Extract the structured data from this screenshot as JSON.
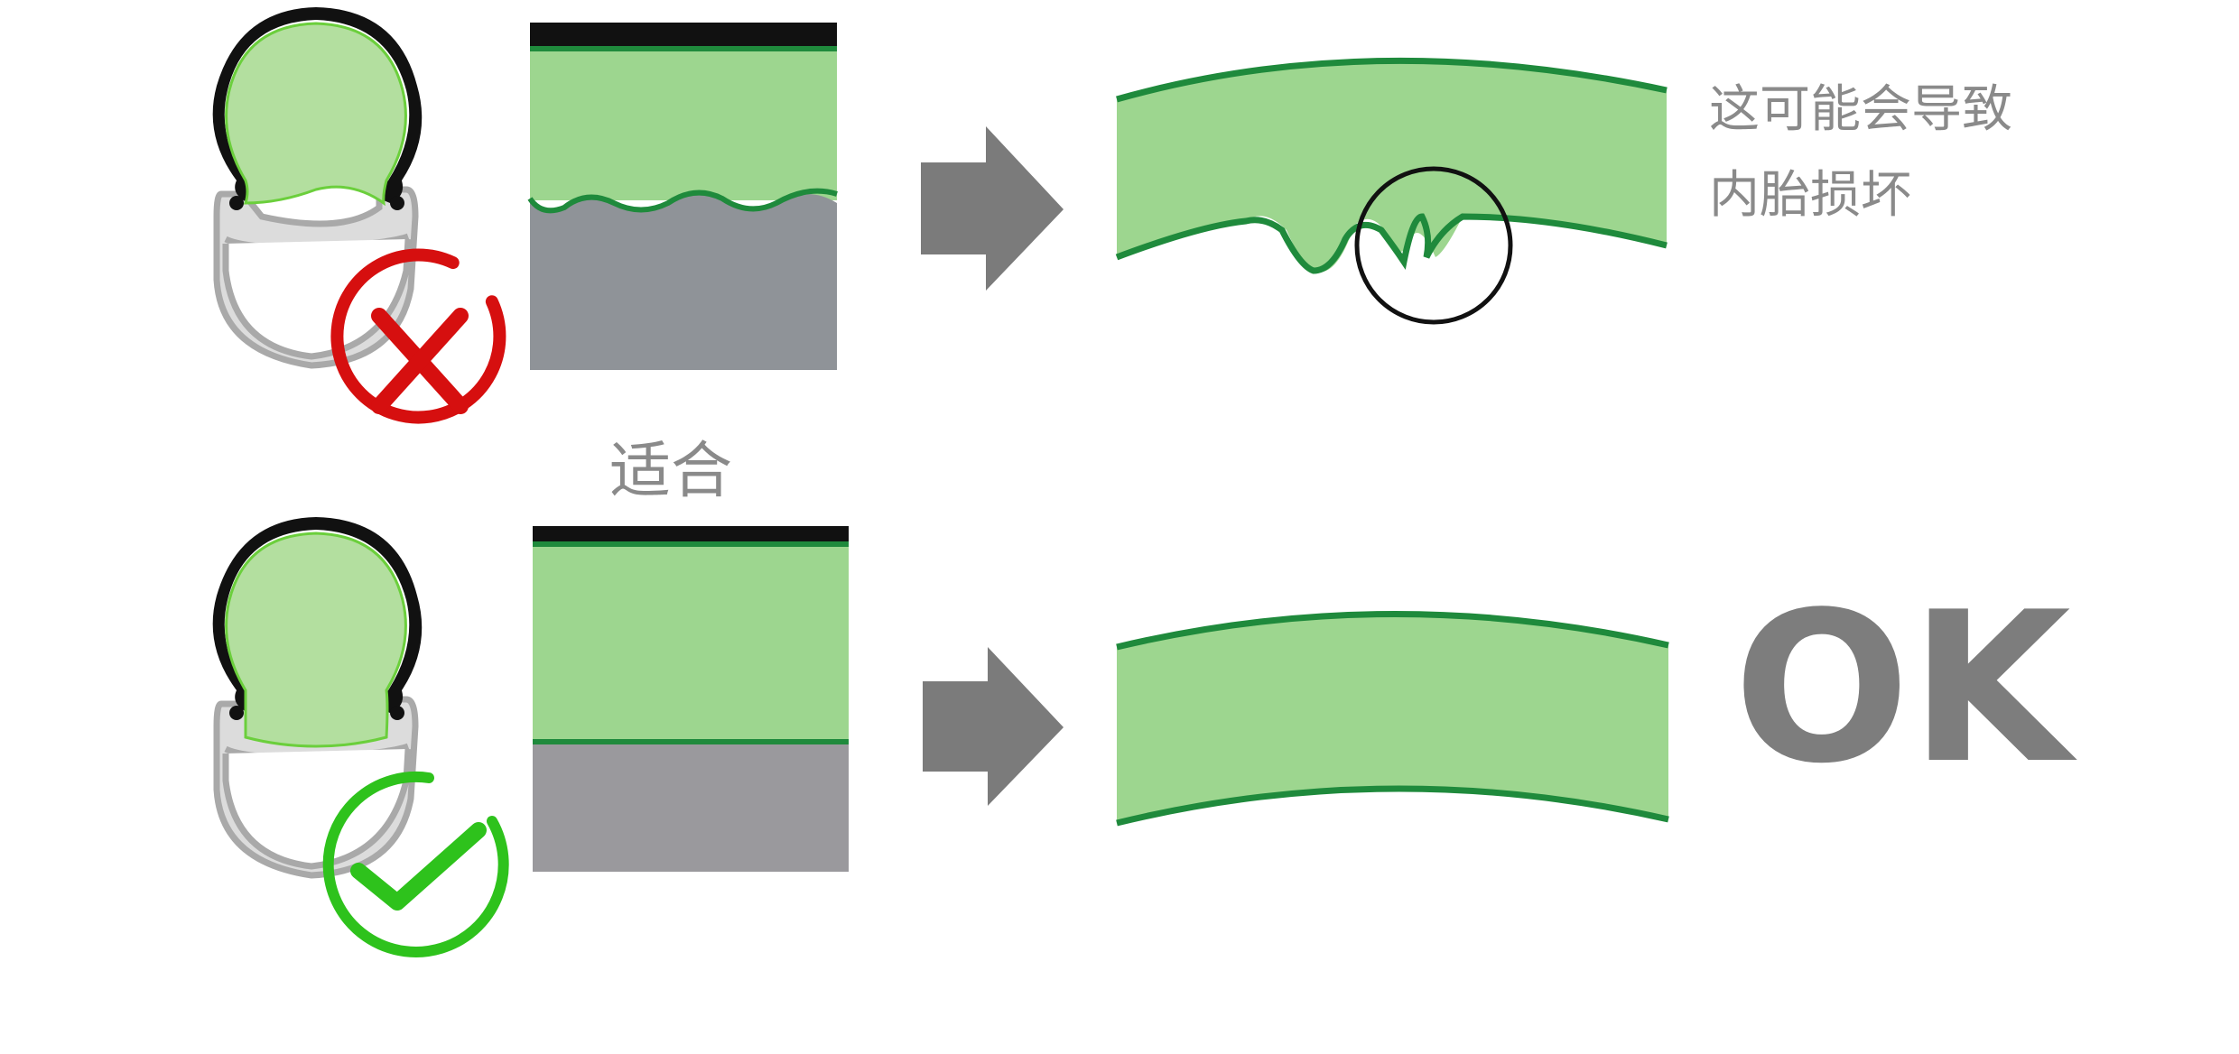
{
  "rows": [
    {
      "status": "incorrect",
      "status_icon": "cross-icon",
      "note_lines": [
        "这可能会导致",
        "内胎损坏"
      ],
      "fit_label": ""
    },
    {
      "status": "correct",
      "status_icon": "check-icon",
      "note_lines": [
        "OK"
      ],
      "fit_label": "适合"
    }
  ],
  "colors": {
    "tube_green": "#9dd68f",
    "tube_outline": "#1f8a3c",
    "rim_gray": "#8f9398",
    "rim_gray_light": "#9a999d",
    "tire_black": "#111111",
    "arrow_gray": "#7b7b7b",
    "cross_red": "#d60f0f",
    "check_green": "#2ec21c",
    "text_gray": "#8a8a8a"
  }
}
